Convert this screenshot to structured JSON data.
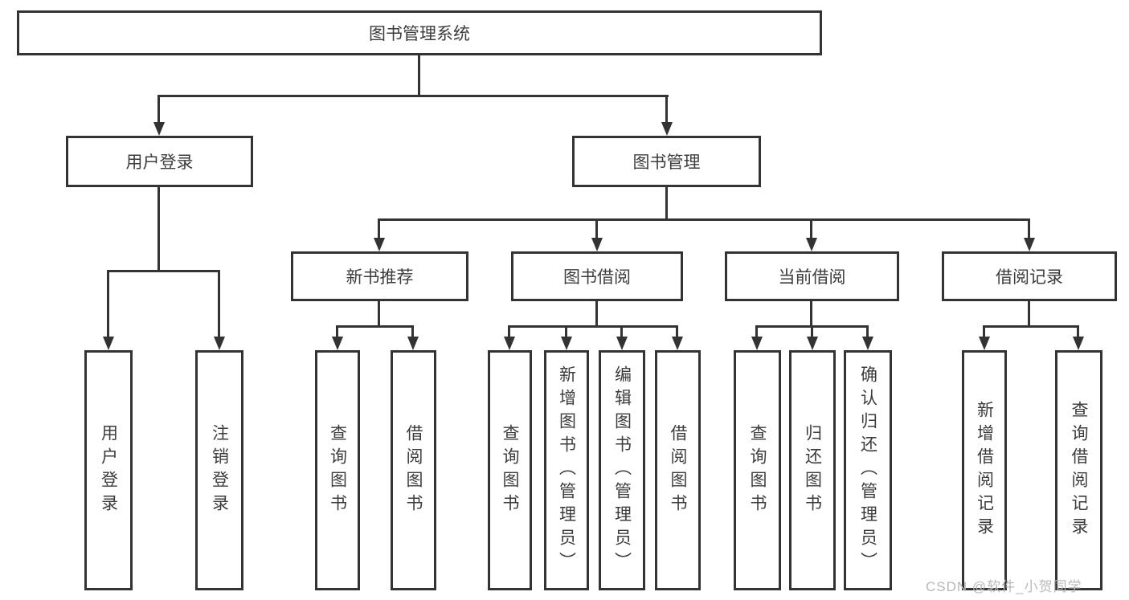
{
  "diagram": {
    "root_label": "图书管理系统",
    "level2": {
      "user_login": "用户登录",
      "book_mgmt": "图书管理"
    },
    "level3": {
      "new_books": "新书推荐",
      "book_borrow": "图书借阅",
      "current_borrow": "当前借阅",
      "borrow_records": "借阅记录"
    },
    "leaves": {
      "user_login": [
        "用户登录",
        "注销登录"
      ],
      "new_books": [
        "查询图书",
        "借阅图书"
      ],
      "book_borrow": [
        "查询图书",
        "新增图书（管理员）",
        "编辑图书（管理员）",
        "借阅图书"
      ],
      "current_borrow": [
        "查询图书",
        "归还图书",
        "确认归还（管理员）"
      ],
      "borrow_records": [
        "新增借阅记录",
        "查询借阅记录"
      ]
    }
  },
  "watermark": {
    "text": "CSDN @软件_小贺同学"
  },
  "colors": {
    "line": "#333333",
    "text": "#3c3c3c",
    "watermark": "#b8b8b8",
    "background": "#ffffff"
  }
}
